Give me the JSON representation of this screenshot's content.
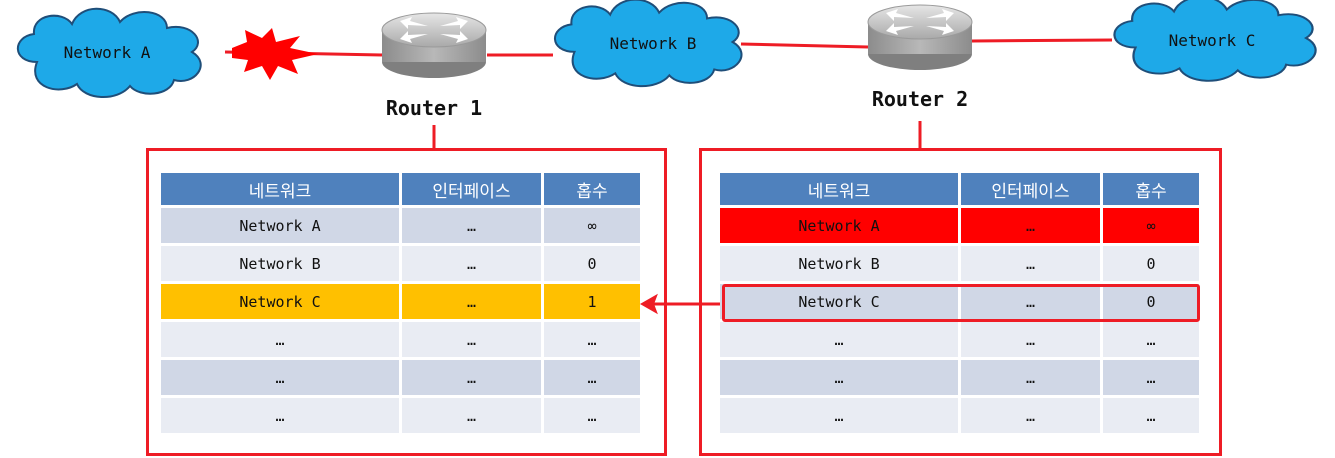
{
  "networks": {
    "a": "Network A",
    "b": "Network B",
    "c": "Network C"
  },
  "routers": {
    "r1": "Router 1",
    "r2": "Router 2"
  },
  "table_headers": [
    "네트워크",
    "인터페이스",
    "홉수"
  ],
  "router1_table": [
    [
      "Network A",
      "…",
      "∞"
    ],
    [
      "Network B",
      "…",
      "0"
    ],
    [
      "Network C",
      "…",
      "1"
    ],
    [
      "…",
      "…",
      "…"
    ],
    [
      "…",
      "…",
      "…"
    ],
    [
      "…",
      "…",
      "…"
    ]
  ],
  "router2_table": [
    [
      "Network A",
      "…",
      "∞"
    ],
    [
      "Network B",
      "…",
      "0"
    ],
    [
      "Network C",
      "…",
      "0"
    ],
    [
      "…",
      "…",
      "…"
    ],
    [
      "…",
      "…",
      "…"
    ],
    [
      "…",
      "…",
      "…"
    ]
  ],
  "colors": {
    "link": "#ee1c25",
    "cloud": "#1ea9e8",
    "header": "#4f81bd",
    "highlight_update": "#ffc000",
    "highlight_failure": "#ff0000"
  }
}
